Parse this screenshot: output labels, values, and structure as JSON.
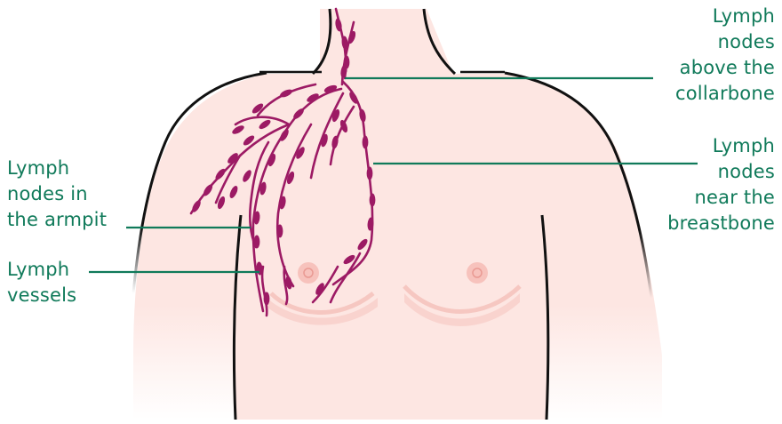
{
  "colors": {
    "label_text": "#107a5a",
    "leader_line": "#107a5a",
    "skin": "#fde6e2",
    "body_outline": "#111111",
    "lymph": "#9c1a64",
    "nipple": "#f5b8b3"
  },
  "labels": [
    {
      "id": "collarbone",
      "lines": [
        "Lymph",
        "nodes",
        "above the",
        "collarbone"
      ]
    },
    {
      "id": "breastbone",
      "lines": [
        "Lymph",
        "nodes",
        "near the",
        "breastbone"
      ]
    },
    {
      "id": "armpit",
      "lines": [
        "Lymph",
        "nodes in",
        "the armpit"
      ]
    },
    {
      "id": "vessels",
      "lines": [
        "Lymph",
        "vessels"
      ]
    }
  ]
}
